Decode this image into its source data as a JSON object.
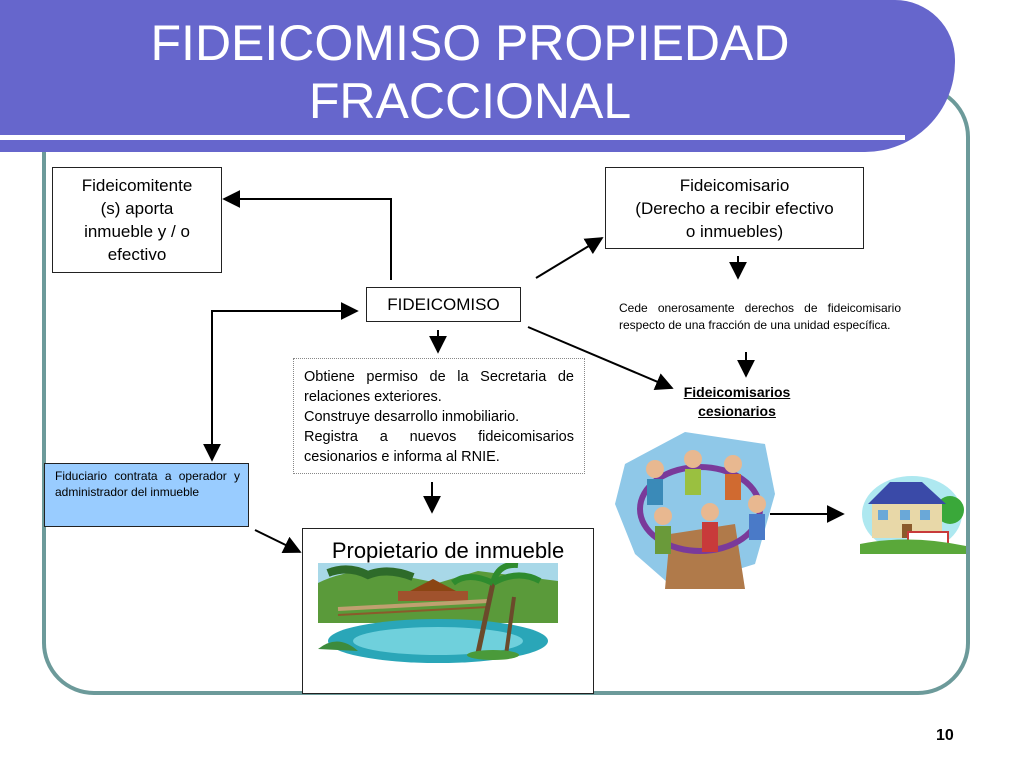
{
  "slide": {
    "title_line1": "FIDEICOMISO PROPIEDAD",
    "title_line2": "FRACCIONAL",
    "page_number": "10"
  },
  "nodes": {
    "fideicomitente": {
      "line1": "Fideicomitente",
      "line2": "(s) aporta",
      "line3": "inmueble y / o",
      "line4": "efectivo"
    },
    "fideicomisario": {
      "line1": "Fideicomisario",
      "line2": "(Derecho a recibir efectivo",
      "line3": "o inmuebles)"
    },
    "fideicomiso": {
      "label": "FIDEICOMISO"
    },
    "cede_text": "Cede onerosamente derechos de fideicomisario respecto de una fracción de una unidad específica.",
    "cesionarios": {
      "line1": "Fideicomisarios",
      "line2": "cesionarios"
    },
    "obtiene": {
      "line1": "Obtiene permiso de la Secretaria de relaciones exteriores.",
      "line2": "Construye desarrollo inmobiliario.",
      "line3": "Registra a nuevos fideicomisarios cesionarios e informa al RNIE."
    },
    "fiduciario": "Fiduciario contrata a operador y administrador del inmueble",
    "propietario": "Propietario de inmueble"
  },
  "colors": {
    "banner": "#6666cc",
    "frame": "#6c9a9a",
    "fiduciario_box": "#99ccff"
  },
  "icons": [
    "people-circle-clipart",
    "house-for-sale-clipart",
    "resort-pool-clipart"
  ]
}
